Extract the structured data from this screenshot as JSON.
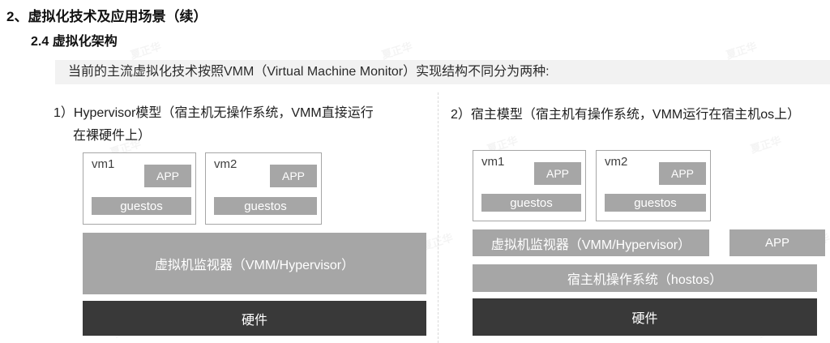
{
  "page": {
    "title": "2、虚拟化技术及应用场景（续）",
    "subtitle": "2.4 虚拟化架构",
    "banner": "当前的主流虚拟化技术按照VMM（Virtual Machine Monitor）实现结构不同分为两种:"
  },
  "colors": {
    "banner_bg": "#f2f2f2",
    "box_gray": "#a6a6a6",
    "box_dark": "#393939",
    "vm_border": "#a6a6a6",
    "divider": "#d9d9d9"
  },
  "left": {
    "heading_line1": "1）Hypervisor模型（宿主机无操作系统，VMM直接运行",
    "heading_line2": "在裸硬件上）",
    "vms": [
      {
        "label": "vm1",
        "app": "APP",
        "os": "guestos"
      },
      {
        "label": "vm2",
        "app": "APP",
        "os": "guestos"
      }
    ],
    "vmm": "虚拟机监视器（VMM/Hypervisor）",
    "hardware": "硬件"
  },
  "right": {
    "heading": "2）宿主模型（宿主机有操作系统，VMM运行在宿主机os上）",
    "vms": [
      {
        "label": "vm1",
        "app": "APP",
        "os": "guestos"
      },
      {
        "label": "vm2",
        "app": "APP",
        "os": "guestos"
      }
    ],
    "vmm": "虚拟机监视器（VMM/Hypervisor）",
    "app": "APP",
    "hostos": "宿主机操作系统（hostos）",
    "hardware": "硬件"
  },
  "watermark": {
    "text": "夏正华"
  }
}
